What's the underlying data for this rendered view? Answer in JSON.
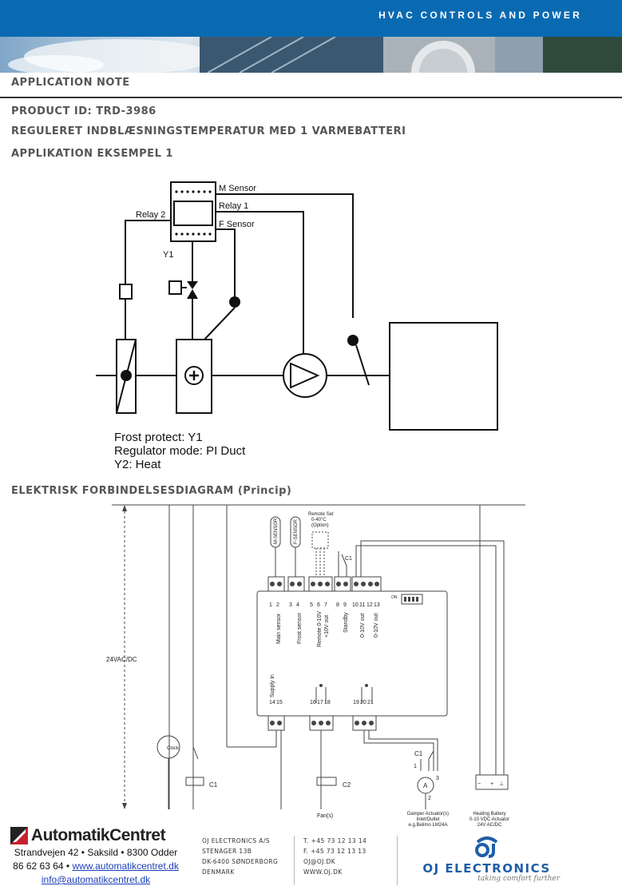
{
  "banner": {
    "title": "HVAC CONTROLS AND POWER"
  },
  "doc": {
    "app_note": "APPLICATION NOTE",
    "product_id": "PRODUCT ID: TRD-3986",
    "subtitle": "REGULERET INDBLÆSNINGSTEMPERATUR MED 1 VARMEBATTERI",
    "example": "APPLIKATION EKSEMPEL 1"
  },
  "app_diagram": {
    "m_sensor": "M Sensor",
    "relay1": "Relay 1",
    "f_sensor": "F Sensor",
    "relay2": "Relay 2",
    "y1": "Y1",
    "notes": [
      "Frost protect: Y1",
      "Regulator mode: PI Duct",
      "Y2: Heat"
    ]
  },
  "wiring": {
    "heading": "ELEKTRISK FORBINDELSESDIAGRAM (Princip)",
    "supply_voltage": "24VAC/DC",
    "m_sensor_tag": "M-SENSOR",
    "f_sensor_tag": "F-SENSOR",
    "remote_set": [
      "Remote Set",
      "0-40°C",
      "(Option)"
    ],
    "c1": "C1",
    "c2": "C2",
    "on": "ON",
    "terminal_numbers_top": [
      "1",
      "2",
      "3",
      "4",
      "5",
      "6",
      "7",
      "8",
      "9",
      "10",
      "11",
      "12",
      "13"
    ],
    "terminal_labels": [
      "Main sensor",
      "Frost sensor",
      "Remote 0-10V",
      "+10V out",
      "Standby",
      "0-10V out",
      "0-10V out"
    ],
    "supply_in": "Supply in",
    "terminal_numbers_bottom": [
      "14",
      "15",
      "16",
      "17",
      "18",
      "19",
      "20",
      "21"
    ],
    "clock": "Clock",
    "actuator_a": "A",
    "actuator_pins": [
      "1",
      "2",
      "3"
    ],
    "fans": "Fan(s)",
    "damper": [
      "Damper Actuator(s)",
      "Inlet/Outlet",
      "e.g.Belimo LM24A"
    ],
    "heating": [
      "Heating Battery",
      "0-10 VDC Actuator",
      "24V AC/DC"
    ],
    "heating_symbols": [
      "~",
      "+",
      "⊥"
    ]
  },
  "footer": {
    "brand": "AutomatikCentret",
    "address": "Strandvejen 42 • Saksild • 8300 Odder",
    "phone": "86 62 63 64 • ",
    "website": "www.automatikcentret.dk",
    "email": "info@automatikcentret.dk",
    "oj_address": [
      "OJ ELECTRONICS A/S",
      "STENAGER 13B",
      "DK-6400 SØNDERBORG",
      "DENMARK"
    ],
    "oj_contact": [
      "T. +45 73 12 13 14",
      "F. +45 73 12 13 13",
      "OJ@OJ.DK",
      "WWW.OJ.DK"
    ],
    "oj_logo": "OJ ELECTRONICS",
    "oj_tagline": "taking comfort further"
  },
  "colors": {
    "banner": "#0a6ab1",
    "oj_blue": "#1f5ea8",
    "automatik_red": "#c8202f"
  }
}
